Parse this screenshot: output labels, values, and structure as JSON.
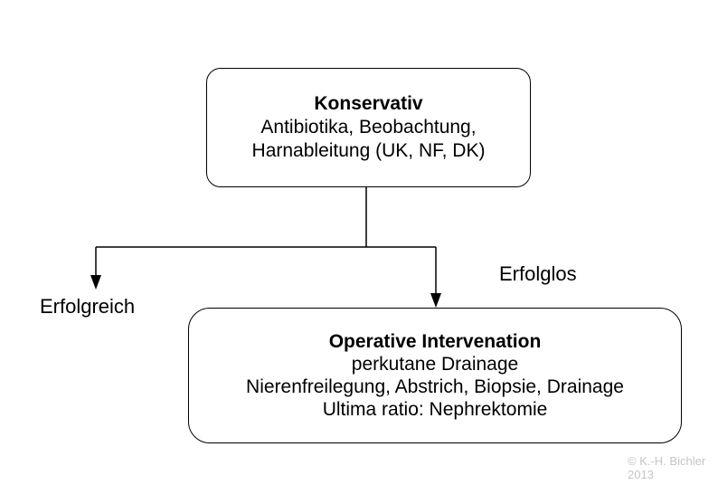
{
  "diagram": {
    "top_box": {
      "title": "Konservativ",
      "line1": "Antibiotika, Beobachtung,",
      "line2": "Harnableitung (UK, NF, DK)"
    },
    "labels": {
      "left_branch": "Erfolgreich",
      "right_branch": "Erfolglos"
    },
    "bottom_box": {
      "title": "Operative Intervenation",
      "line1": "perkutane Drainage",
      "line2": "Nierenfreilegung, Abstrich, Biopsie, Drainage",
      "line3": "Ultima ratio: Nephrektomie"
    },
    "colors": {
      "line": "#000000",
      "background": "#ffffff",
      "copyright_text": "#c5c5c5"
    }
  },
  "footer": {
    "copyright_line1": "© K.-H. Bichler",
    "copyright_line2": "2013"
  }
}
